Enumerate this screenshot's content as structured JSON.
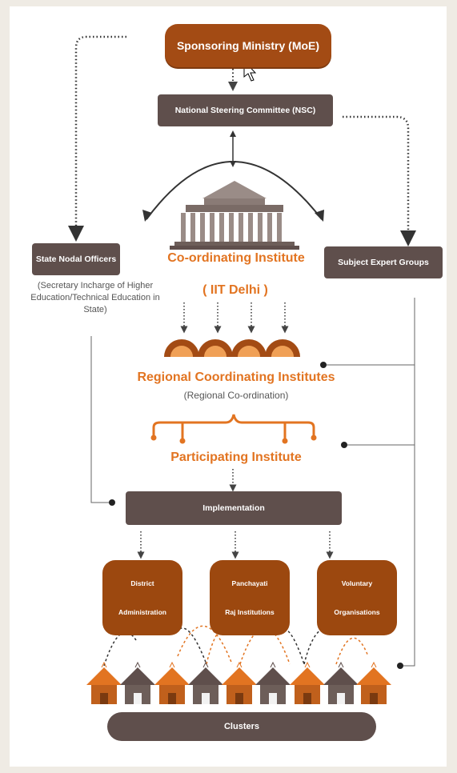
{
  "nodes": {
    "ministry": "Sponsoring Ministry (MoE)",
    "nsc": "National Steering Committee (NSC)",
    "state_nodal": "State Nodal Officers",
    "state_nodal_note": "(Secretary Incharge of Higher Education/Technical Education in State)",
    "coordinating": "Co-ordinating Institute",
    "coordinating_sub": "( IIT Delhi )",
    "subject_expert": "Subject Expert Groups",
    "regional": "Regional Coordinating Institutes",
    "regional_sub": "(Regional Co-ordination)",
    "participating": "Participating Institute",
    "implementation": "Implementation",
    "clusters": "Clusters"
  },
  "tiles": [
    {
      "line1": "District",
      "line2": "Administration"
    },
    {
      "line1": "Panchayati",
      "line2": "Raj Institutions"
    },
    {
      "line1": "Voluntary",
      "line2": "Organisations"
    }
  ],
  "colors": {
    "brown_box": "#5f4f4c",
    "orange_dark": "#a34b14",
    "orange_text": "#e27421",
    "background": "#efebe4"
  },
  "icons": [
    "building-icon",
    "semicircle-icon",
    "hut-icon",
    "cursor-icon"
  ]
}
